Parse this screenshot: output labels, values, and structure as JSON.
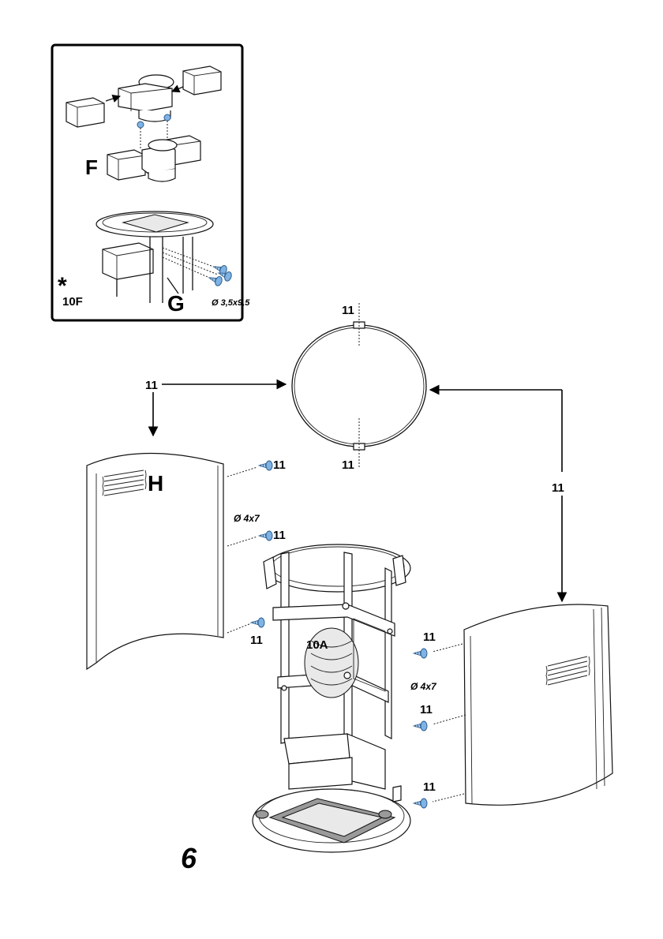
{
  "labels": {
    "inset_part_f": "F",
    "inset_part_g": "G",
    "inset_asterisk": "*",
    "inset_ref": "10F",
    "inset_screw_size": "Ø 3,5x9,5",
    "ring_top": "11",
    "ring_bottom": "11",
    "left_arrow": "11",
    "right_arrow": "11",
    "panel_h": "H",
    "left_screw_1": "11",
    "left_screw_2": "11",
    "left_screw_3": "11",
    "left_screw_size": "Ø 4x7",
    "motor_ref": "10A",
    "right_screw_1": "11",
    "right_screw_2": "11",
    "right_screw_3": "11",
    "right_screw_size": "Ø 4x7",
    "step_number": "6"
  },
  "colors": {
    "line": "#111111",
    "screw_fill": "#7fb3e6",
    "screw_stroke": "#2c5d8c",
    "background": "#ffffff"
  }
}
